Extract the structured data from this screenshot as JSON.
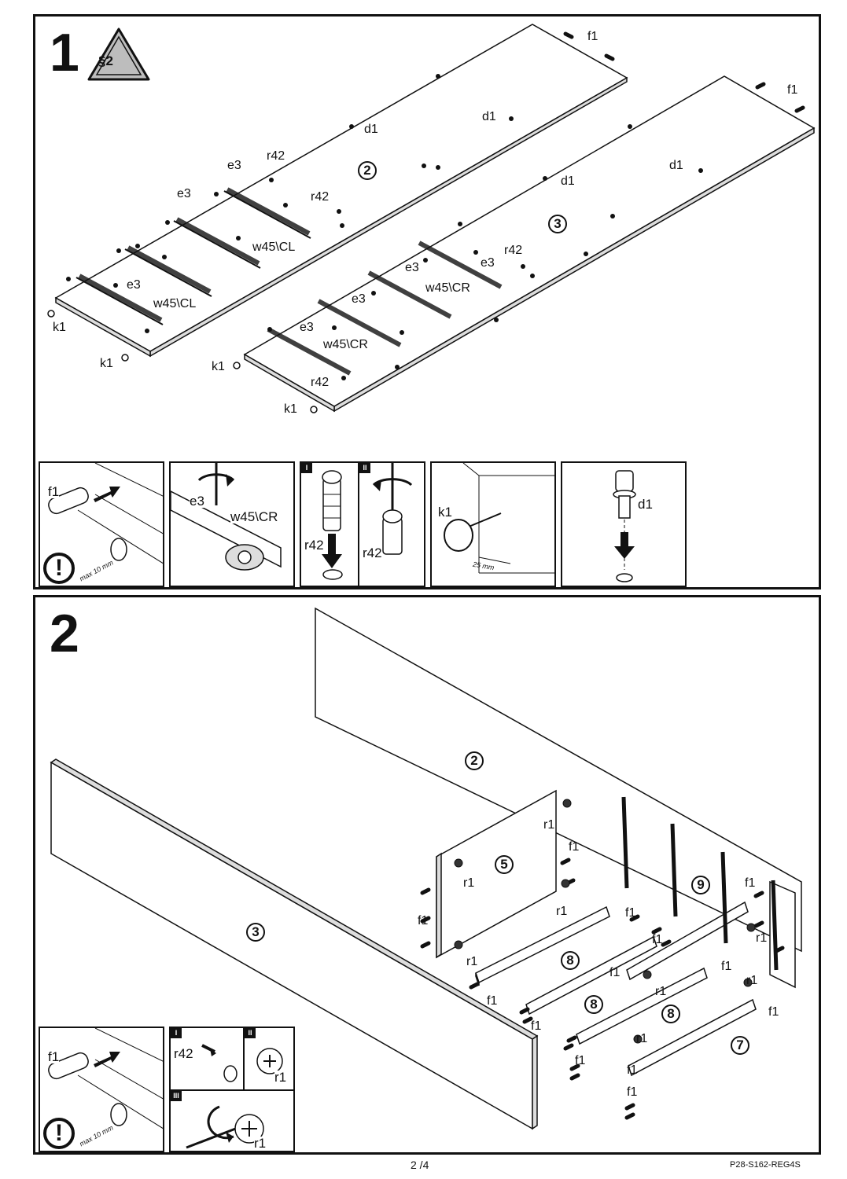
{
  "step1": {
    "number": "1",
    "badge": "§2",
    "labels": {
      "f1_a": "f1",
      "f1_b": "f1",
      "d1_a": "d1",
      "d1_b": "d1",
      "d1_c": "d1",
      "d1_d": "d1",
      "e3_a": "e3",
      "e3_b": "e3",
      "e3_c": "e3",
      "e3_d": "e3",
      "e3_e": "e3",
      "e3_f": "e3",
      "r42_a": "r42",
      "r42_b": "r42",
      "r42_c": "r42",
      "r42_d": "r42",
      "w45cl_a": "w45\\CL",
      "w45cl_b": "w45\\CL",
      "w45cr_a": "w45\\CR",
      "w45cr_b": "w45\\CR",
      "k1_a": "k1",
      "k1_b": "k1",
      "k1_c": "k1",
      "k1_d": "k1"
    },
    "parts": {
      "p2": "2",
      "p3": "3"
    },
    "insets": {
      "dowel": {
        "label": "f1",
        "note": "max 10 mm",
        "warning": "!"
      },
      "cam": {
        "label_e3": "e3",
        "label_w": "w45\\CR"
      },
      "bolt": {
        "roman_1": "I",
        "roman_2": "II",
        "label_1": "r42",
        "label_2": "r42"
      },
      "pin": {
        "label": "k1",
        "dim": "25 mm"
      },
      "peg": {
        "label": "d1"
      }
    }
  },
  "step2": {
    "number": "2",
    "parts": {
      "p2": "2",
      "p3": "3",
      "p5": "5",
      "p7": "7",
      "p8_a": "8",
      "p8_b": "8",
      "p8_c": "8",
      "p9": "9"
    },
    "labels": {
      "r1_a": "r1",
      "r1_b": "r1",
      "r1_c": "r1",
      "r1_d": "r1",
      "r1_e": "r1",
      "r1_f": "r1",
      "r1_g": "r1",
      "r1_h": "r1",
      "f1_a": "f1",
      "f1_b": "f1",
      "f1_c": "f1",
      "f1_d": "f1",
      "f1_e": "f1",
      "f1_f": "f1",
      "f1_g": "f1",
      "f1_h": "f1",
      "f1_i": "f1",
      "f1_j": "f1",
      "f1_k": "f1",
      "f1_l": "f1",
      "f1_m": "f1"
    },
    "insets": {
      "dowel": {
        "label": "f1",
        "note": "max 10 mm",
        "warning": "!"
      },
      "cam": {
        "roman_1": "I",
        "roman_2": "II",
        "roman_3": "III",
        "label_r42": "r42",
        "label_r1a": "r1",
        "label_r1b": "r1"
      }
    }
  },
  "footer": {
    "page": "2 /4",
    "code": "P28-S162-REG4S"
  }
}
